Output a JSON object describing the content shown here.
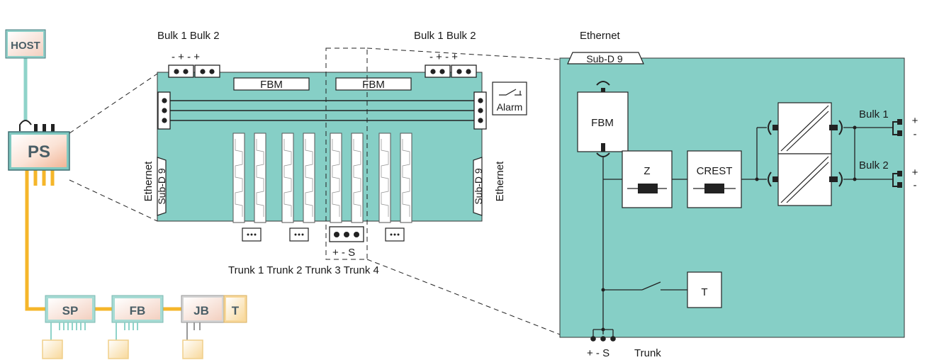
{
  "colors": {
    "teal_fill": "#86cfc6",
    "teal_line": "#8fd3c9",
    "trunk_orange": "#f5b62a",
    "outline": "#333333",
    "device_text": "#4a5e66"
  },
  "devices": {
    "host": "HOST",
    "ps": "PS",
    "sp": "SP",
    "fb": "FB",
    "jb": "JB",
    "t": "T"
  },
  "board": {
    "bulk_left": "Bulk 1 Bulk 2",
    "bulk_right": "Bulk 1 Bulk 2",
    "polarity_left": "- +  - +",
    "polarity_right": "- +  - +",
    "fbm_left": "FBM",
    "fbm_right": "FBM",
    "alarm": "Alarm",
    "ethernet_left": "Ethernet",
    "subd_left": "Sub-D 9",
    "ethernet_right": "Ethernet",
    "subd_right": "Sub-D 9",
    "trunk_terminal": "+ - S",
    "trunk_labels": "Trunk 1  Trunk 2  Trunk 3  Trunk 4"
  },
  "schematic": {
    "ethernet": "Ethernet",
    "subd": "Sub-D 9",
    "fbm": "FBM",
    "z": "Z",
    "crest": "CREST",
    "t": "T",
    "bulk1": "Bulk 1",
    "bulk2": "Bulk 2",
    "plus1": "+",
    "minus1": "-",
    "plus2": "+",
    "minus2": "-",
    "trunk_terminal": "+ - S",
    "trunk": "Trunk"
  }
}
